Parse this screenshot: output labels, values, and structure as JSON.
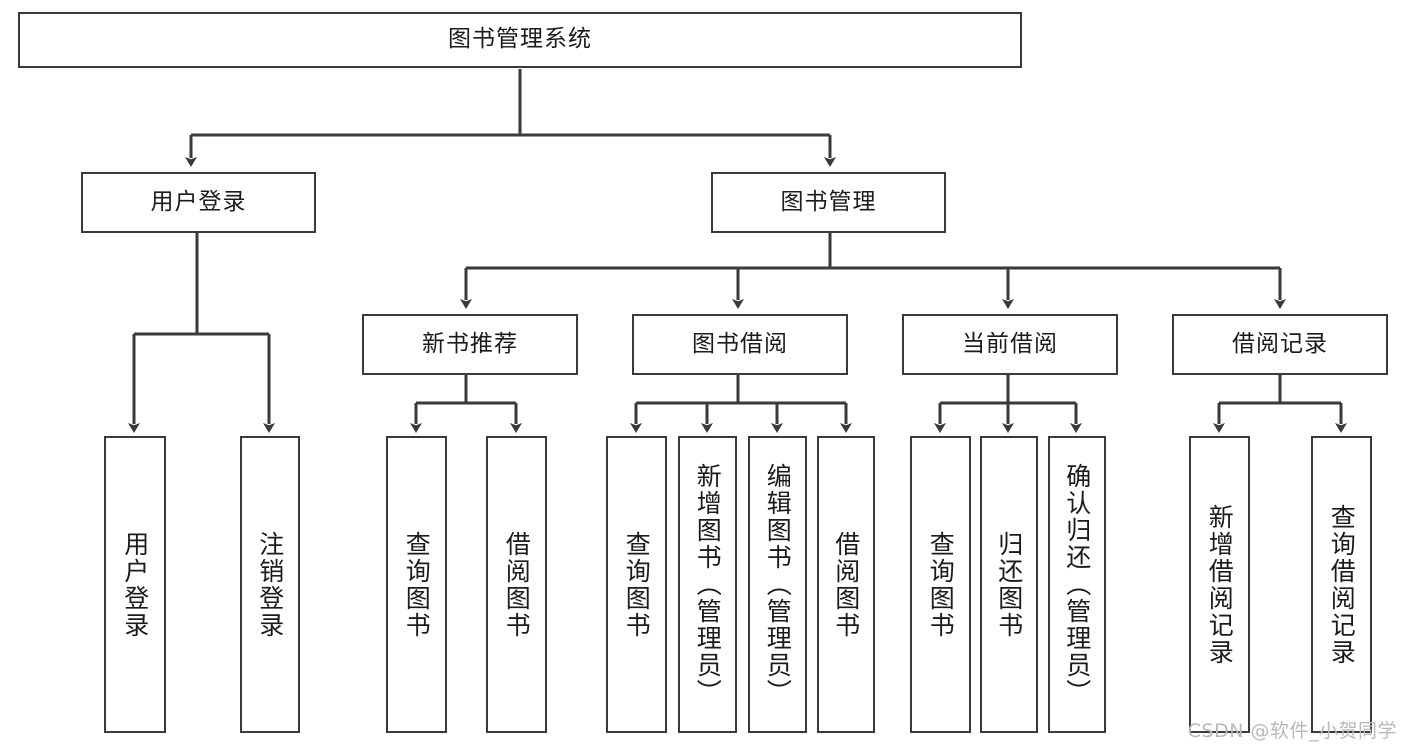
{
  "diagram": {
    "title": "图书管理系统",
    "watermark": "CSDN @软件_小贺同学",
    "type": "tree-hierarchy-chart",
    "colors": {
      "box_border": "#3a3a3a",
      "box_fill": "#ffffff",
      "edge": "#3a3a3a",
      "text": "#1b1b1b",
      "watermark": "#b9b9b9"
    },
    "levels": {
      "root": "图书管理系统",
      "level2": [
        "用户登录",
        "图书管理"
      ],
      "level3": [
        "新书推荐",
        "图书借阅",
        "当前借阅",
        "借阅记录"
      ]
    }
  },
  "nodes": {
    "root": {
      "label": "图书管理系统"
    },
    "user_login": {
      "label": "用户登录"
    },
    "book_manage": {
      "label": "图书管理"
    },
    "new_book_rec": {
      "label": "新书推荐"
    },
    "book_borrow": {
      "label": "图书借阅"
    },
    "current_borrow": {
      "label": "当前借阅"
    },
    "borrow_record": {
      "label": "借阅记录"
    },
    "leaf_user_login": {
      "label": "用户登录"
    },
    "leaf_user_logout": {
      "label": "注销登录"
    },
    "leaf_rec_query": {
      "label": "查询图书"
    },
    "leaf_rec_borrow": {
      "label": "借阅图书"
    },
    "leaf_borrow_query": {
      "label": "查询图书"
    },
    "leaf_borrow_add": {
      "label": "新增图书（管理员）"
    },
    "leaf_borrow_edit": {
      "label": "编辑图书（管理员）"
    },
    "leaf_borrow_borrow": {
      "label": "借阅图书"
    },
    "leaf_cur_query": {
      "label": "查询图书"
    },
    "leaf_cur_return": {
      "label": "归还图书"
    },
    "leaf_cur_confirm": {
      "label": "确认归还（管理员）"
    },
    "leaf_rec_add": {
      "label": "新增借阅记录"
    },
    "leaf_rec_query2": {
      "label": "查询借阅记录"
    }
  }
}
